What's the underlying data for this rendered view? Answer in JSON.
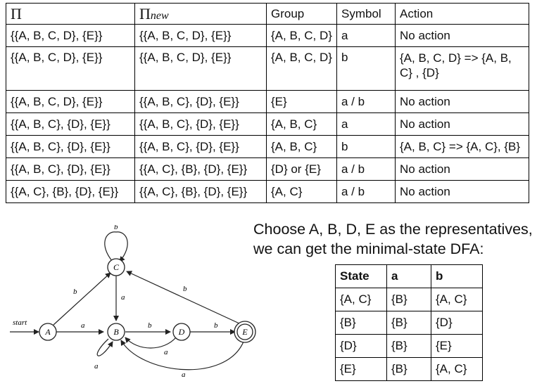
{
  "partition_table": {
    "headers": {
      "pi": "Π",
      "pi_new_main": "Π",
      "pi_new_sub": "new",
      "group": "Group",
      "symbol": "Symbol",
      "action": "Action"
    },
    "rows": [
      {
        "pi": "{{A, B, C, D}, {E}}",
        "pi_new": "{{A, B, C, D}, {E}}",
        "group": "{A, B, C, D}",
        "symbol": "a",
        "action": "No action"
      },
      {
        "pi": "{{A, B, C, D}, {E}}",
        "pi_new": "{{A, B, C, D}, {E}}",
        "group": "{A, B, C, D}",
        "symbol": "b",
        "action": "{A, B, C, D} => {A, B, C} , {D}"
      },
      {
        "pi": "{{A, B, C, D}, {E}}",
        "pi_new": "{{A, B, C}, {D}, {E}}",
        "group": "{E}",
        "symbol": "a / b",
        "action": "No action"
      },
      {
        "pi": "{{A, B, C}, {D}, {E}}",
        "pi_new": "{{A, B, C}, {D}, {E}}",
        "group": "{A, B, C}",
        "symbol": "a",
        "action": "No action"
      },
      {
        "pi": "{{A, B, C}, {D}, {E}}",
        "pi_new": "{{A, B, C}, {D}, {E}}",
        "group": "{A, B, C}",
        "symbol": "b",
        "action": "{A, B, C} => {A, C}, {B}"
      },
      {
        "pi": "{{A, B, C}, {D}, {E}}",
        "pi_new": "{{A, C}, {B}, {D}, {E}}",
        "group": "{D} or {E}",
        "symbol": "a / b",
        "action": "No action"
      },
      {
        "pi": "{{A, C}, {B}, {D}, {E}}",
        "pi_new": "{{A, C}, {B}, {D}, {E}}",
        "group": "{A, C}",
        "symbol": "a / b",
        "action": "No action"
      }
    ]
  },
  "explanation": {
    "line1": "Choose A, B, D, E as the representatives,",
    "line2": "we can get the minimal-state DFA:"
  },
  "dfa_table": {
    "headers": {
      "state": "State",
      "a": "a",
      "b": "b"
    },
    "rows": [
      {
        "state": "{A, C}",
        "a": "{B}",
        "b": "{A, C}"
      },
      {
        "state": "{B}",
        "a": "{B}",
        "b": "{D}"
      },
      {
        "state": "{D}",
        "a": "{B}",
        "b": "{E}"
      },
      {
        "state": "{E}",
        "a": "{B}",
        "b": "{A, C}"
      }
    ]
  },
  "diagram": {
    "start_label": "start",
    "states": {
      "A": "A",
      "B": "B",
      "C": "C",
      "D": "D",
      "E": "E"
    },
    "edge_labels": {
      "c_self": "b",
      "a_to_c": "b",
      "c_to_b": "a",
      "e_to_c": "b",
      "a_to_b": "a",
      "b_to_d": "b",
      "d_to_e": "b",
      "d_to_b": "a",
      "b_self": "a",
      "e_to_b": "a"
    }
  }
}
